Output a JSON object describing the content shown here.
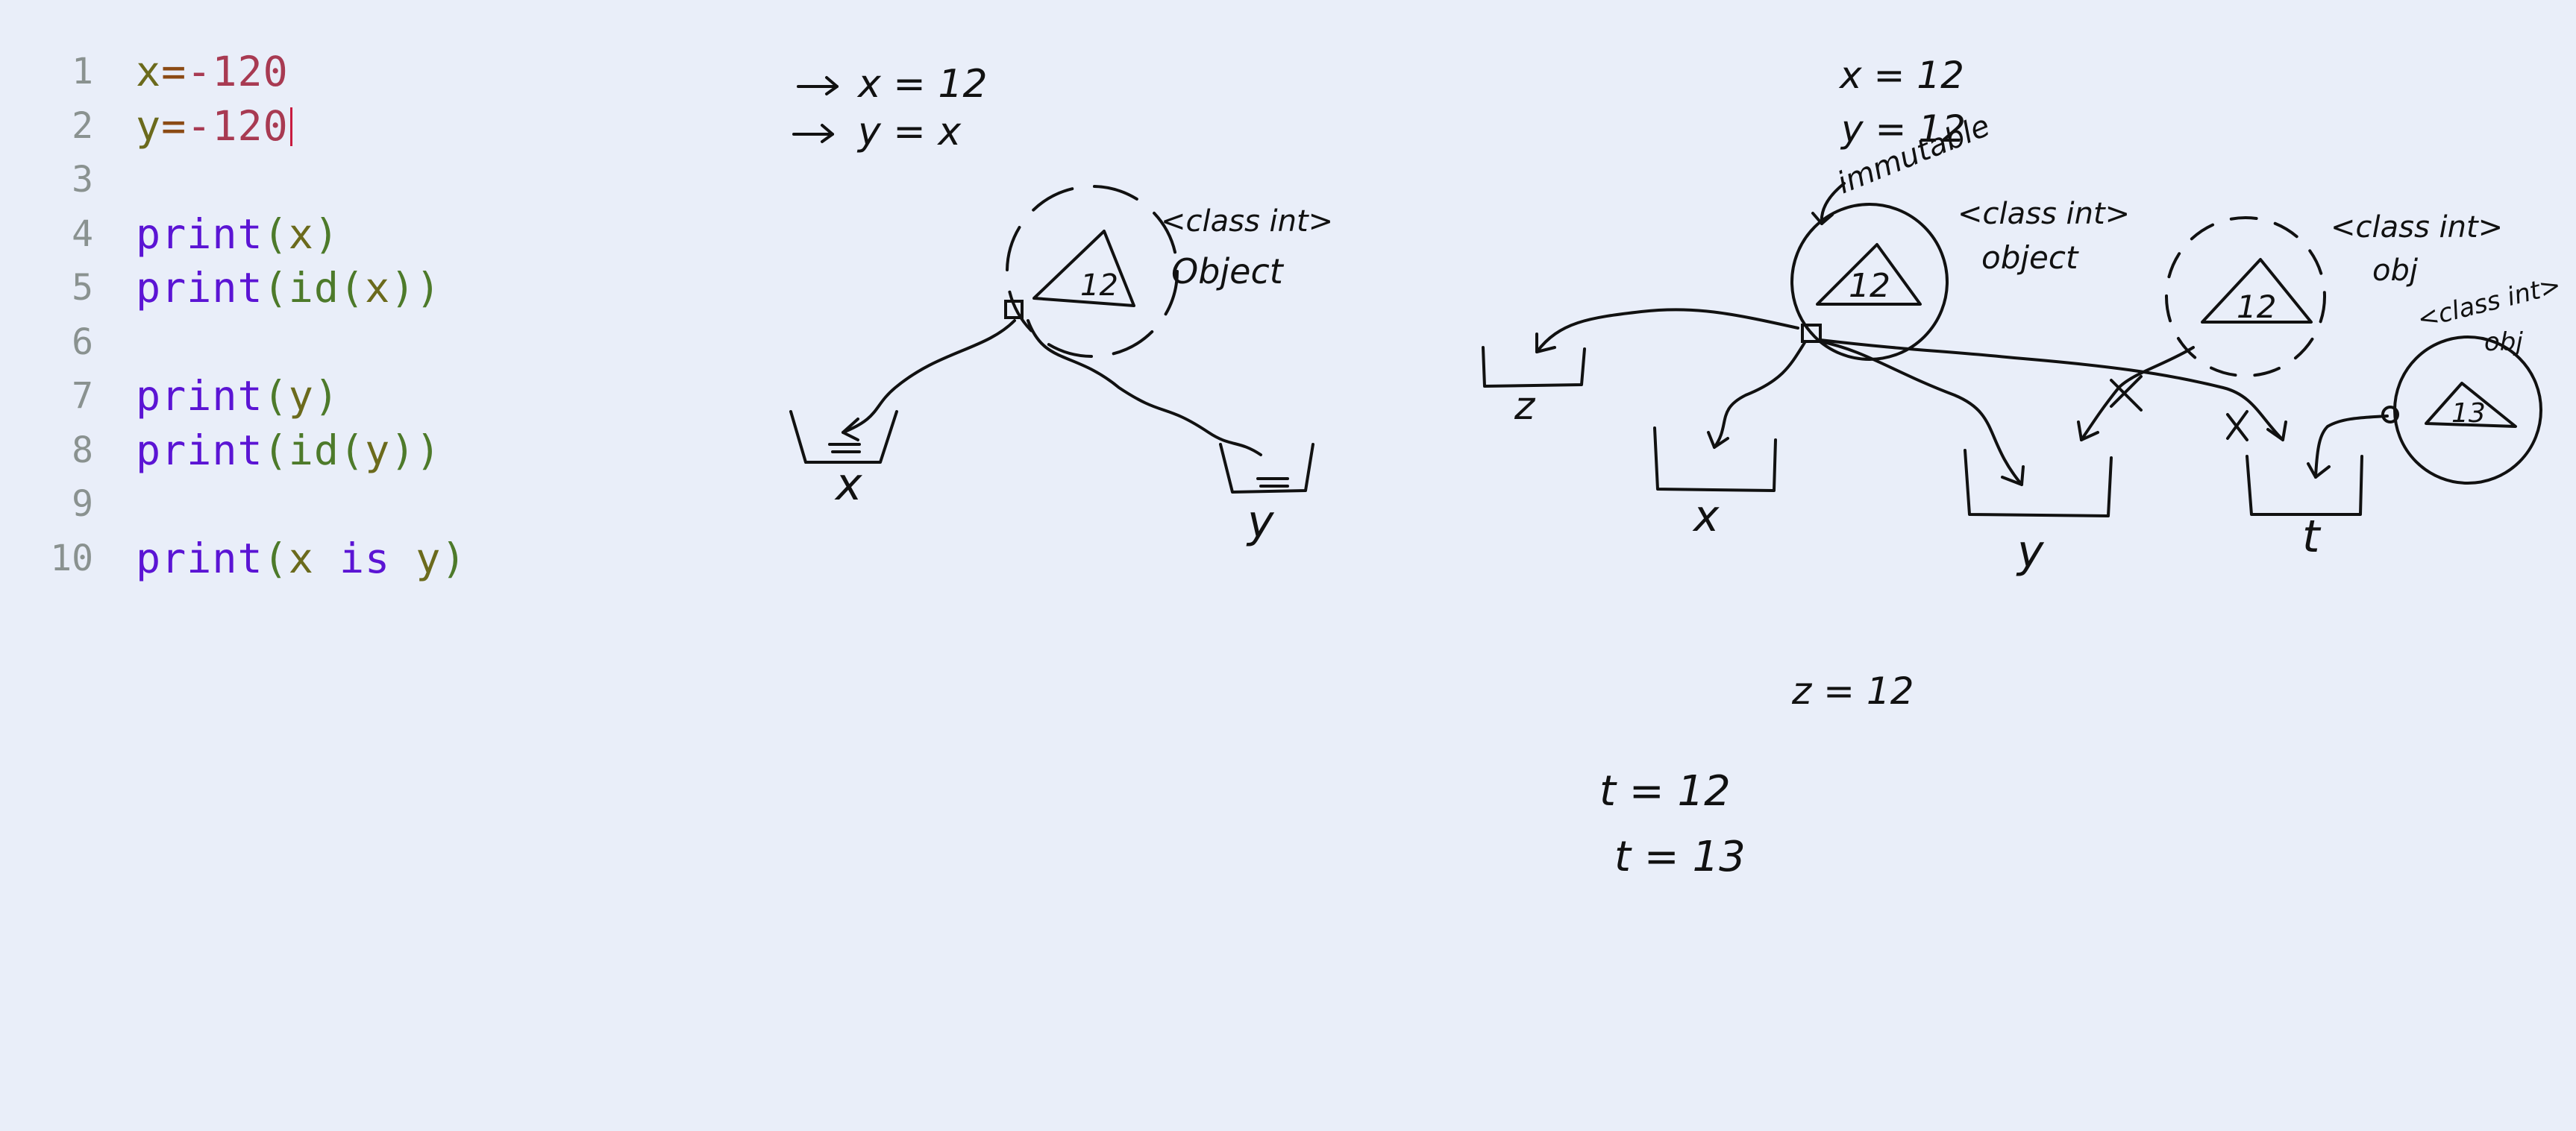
{
  "editor": {
    "lines": [
      {
        "num": "1",
        "tokens": [
          {
            "t": "x",
            "c": "var"
          },
          {
            "t": "=",
            "c": "op"
          },
          {
            "t": "-120",
            "c": "num"
          }
        ]
      },
      {
        "num": "2",
        "tokens": [
          {
            "t": "y",
            "c": "var"
          },
          {
            "t": "=",
            "c": "op"
          },
          {
            "t": "-120",
            "c": "num"
          }
        ],
        "caret": true
      },
      {
        "num": "3",
        "tokens": []
      },
      {
        "num": "4",
        "tokens": [
          {
            "t": "print",
            "c": "kw"
          },
          {
            "t": "(",
            "c": "par"
          },
          {
            "t": "x",
            "c": "var"
          },
          {
            "t": ")",
            "c": "par"
          }
        ]
      },
      {
        "num": "5",
        "tokens": [
          {
            "t": "print",
            "c": "kw"
          },
          {
            "t": "(",
            "c": "par"
          },
          {
            "t": "id",
            "c": "par"
          },
          {
            "t": "(",
            "c": "par"
          },
          {
            "t": "x",
            "c": "var"
          },
          {
            "t": "))",
            "c": "par"
          }
        ]
      },
      {
        "num": "6",
        "tokens": []
      },
      {
        "num": "7",
        "tokens": [
          {
            "t": "print",
            "c": "kw"
          },
          {
            "t": "(",
            "c": "par"
          },
          {
            "t": "y",
            "c": "var"
          },
          {
            "t": ")",
            "c": "par"
          }
        ]
      },
      {
        "num": "8",
        "tokens": [
          {
            "t": "print",
            "c": "kw"
          },
          {
            "t": "(",
            "c": "par"
          },
          {
            "t": "id",
            "c": "par"
          },
          {
            "t": "(",
            "c": "par"
          },
          {
            "t": "y",
            "c": "var"
          },
          {
            "t": "))",
            "c": "par"
          }
        ]
      },
      {
        "num": "9",
        "tokens": []
      },
      {
        "num": "10",
        "tokens": [
          {
            "t": "print",
            "c": "kw"
          },
          {
            "t": "(",
            "c": "par"
          },
          {
            "t": "x ",
            "c": "var"
          },
          {
            "t": "is",
            "c": "kw"
          },
          {
            "t": " y",
            "c": "var"
          },
          {
            "t": ")",
            "c": "par"
          }
        ]
      }
    ]
  },
  "sketch": {
    "left": {
      "x_assign": "x = 12",
      "y_assign": "y = x",
      "object_value": "12",
      "class_label": "<class int>",
      "object_label": "Object",
      "box_x": "x",
      "box_y": "y"
    },
    "right": {
      "x_assign": "x = 12",
      "y_assign": "y = 12",
      "immutable_label": "immutable",
      "object_value": "12",
      "class_label": "<class int>",
      "object_label": "object",
      "dashed_value": "12",
      "dashed_class_label": "<class int>",
      "dashed_obj_label": "obj",
      "t_obj_value": "13",
      "t_class_label": "<class int>",
      "t_obj_label": "obj",
      "box_z": "z",
      "box_x": "x",
      "box_y": "y",
      "box_t": "t"
    },
    "notes": {
      "z_assign": "z = 12",
      "t_assign_1": "t = 12",
      "t_assign_2": "t = 13"
    }
  },
  "colors": {
    "background": "#e9eef9",
    "keyword": "#5b14d4",
    "variable": "#6b6a1c",
    "number": "#a83a52",
    "caret": "#c81b3f"
  }
}
